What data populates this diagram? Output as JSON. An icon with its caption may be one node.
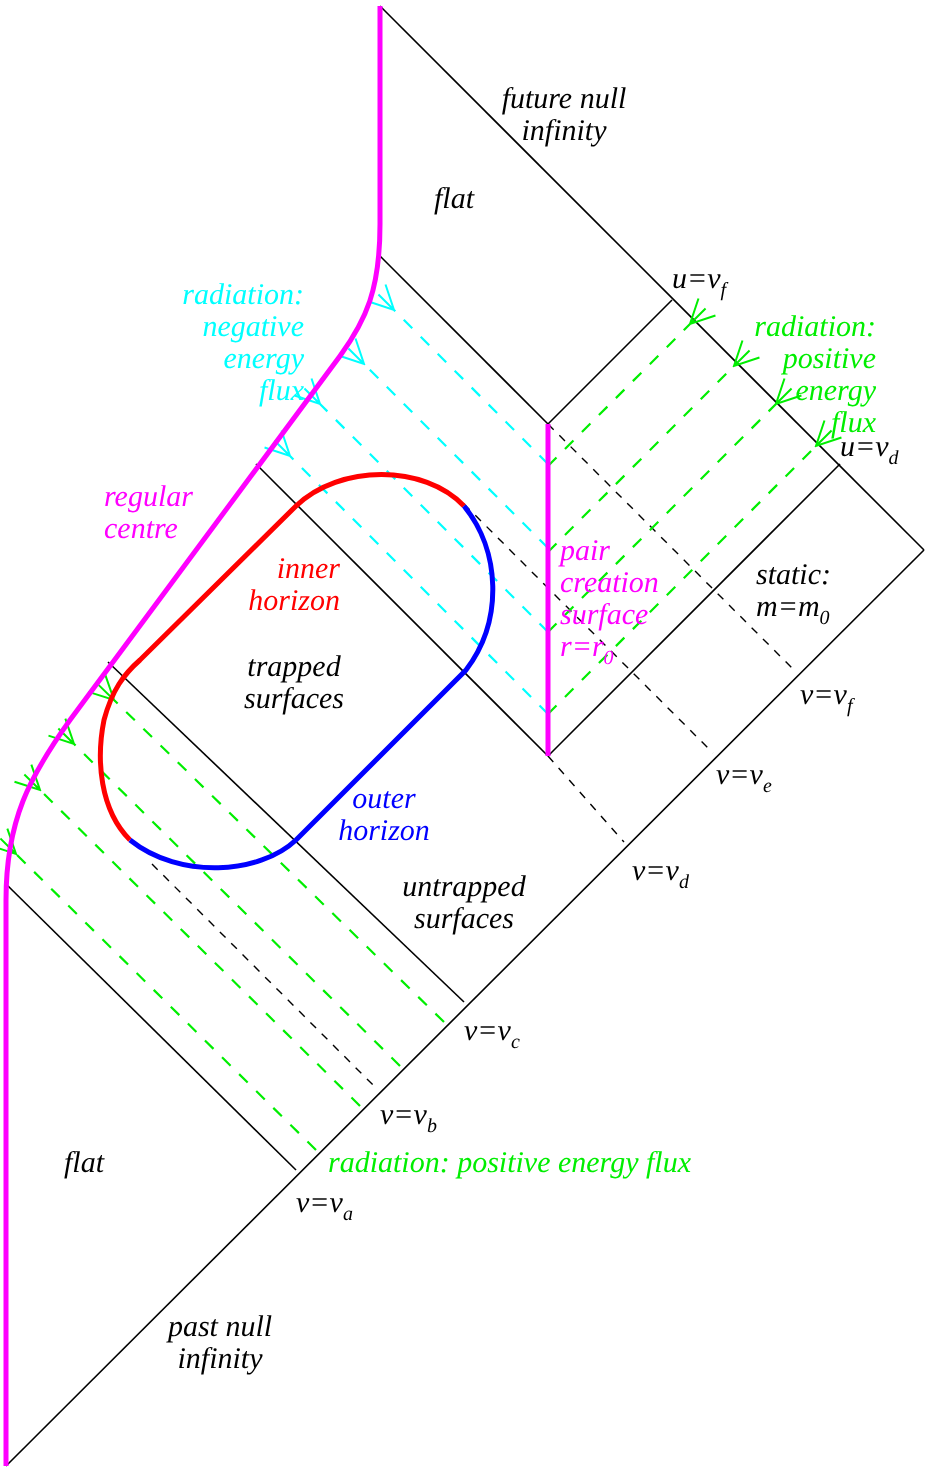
{
  "diagram": {
    "labels": [
      "future null infinity",
      "flat",
      "u=v$_{f}$",
      "radiation: negative energy flux",
      "radiation: positive energy flux",
      "u=v$_{d}$",
      "regular centre",
      "pair creation surface r=r$_{0}$",
      "inner horizon",
      "static: m=m$_{0}$",
      "trapped surfaces",
      "v=v$_{f}$",
      "v=v$_{e}$",
      "outer horizon",
      "v=v$_{d}$",
      "untrapped surfaces",
      "v=v$_{c}$",
      "v=v$_{b}$",
      "flat",
      "radiation: positive energy flux",
      "v=v$_{a}$",
      "past null infinity"
    ]
  }
}
